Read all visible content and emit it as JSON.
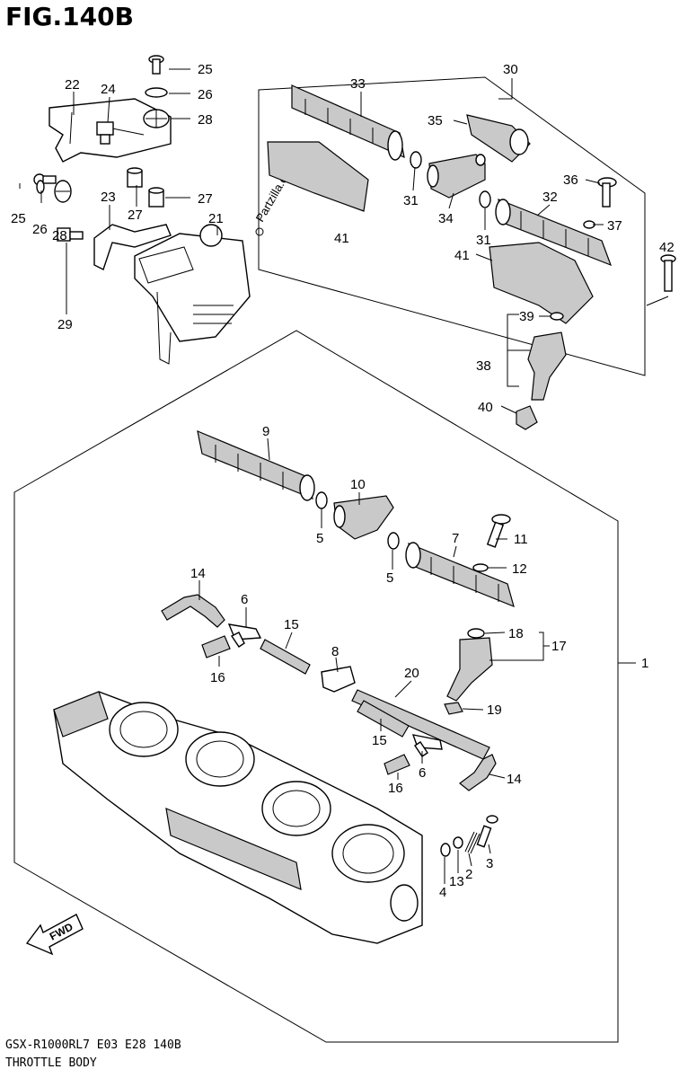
{
  "title": "FIG.140B",
  "footer": {
    "model_code": "GSX-R1000RL7  E03  E28  140B",
    "section_name": "THROTTLE BODY"
  },
  "watermark": "Partzilla.com",
  "fwd_label": "FWD",
  "callouts": {
    "c1": "1",
    "c2": "2",
    "c3": "3",
    "c4": "4",
    "c5a": "5",
    "c5b": "5",
    "c6a": "6",
    "c6b": "6",
    "c7": "7",
    "c8": "8",
    "c9": "9",
    "c10": "10",
    "c11": "11",
    "c12": "12",
    "c13": "13",
    "c14a": "14",
    "c14b": "14",
    "c15a": "15",
    "c15b": "15",
    "c16a": "16",
    "c16b": "16",
    "c17": "17",
    "c18": "18",
    "c19": "19",
    "c20": "20",
    "c21": "21",
    "c22": "22",
    "c23": "23",
    "c24": "24",
    "c25a": "25",
    "c25b": "25",
    "c26a": "26",
    "c26b": "26",
    "c27a": "27",
    "c27b": "27",
    "c28a": "28",
    "c28b": "28",
    "c29": "29",
    "c30": "30",
    "c31a": "31",
    "c31b": "31",
    "c32": "32",
    "c33": "33",
    "c34": "34",
    "c35": "35",
    "c36": "36",
    "c37": "37",
    "c38": "38",
    "c39": "39",
    "c40": "40",
    "c41a": "41",
    "c41b": "41",
    "c42": "42"
  }
}
